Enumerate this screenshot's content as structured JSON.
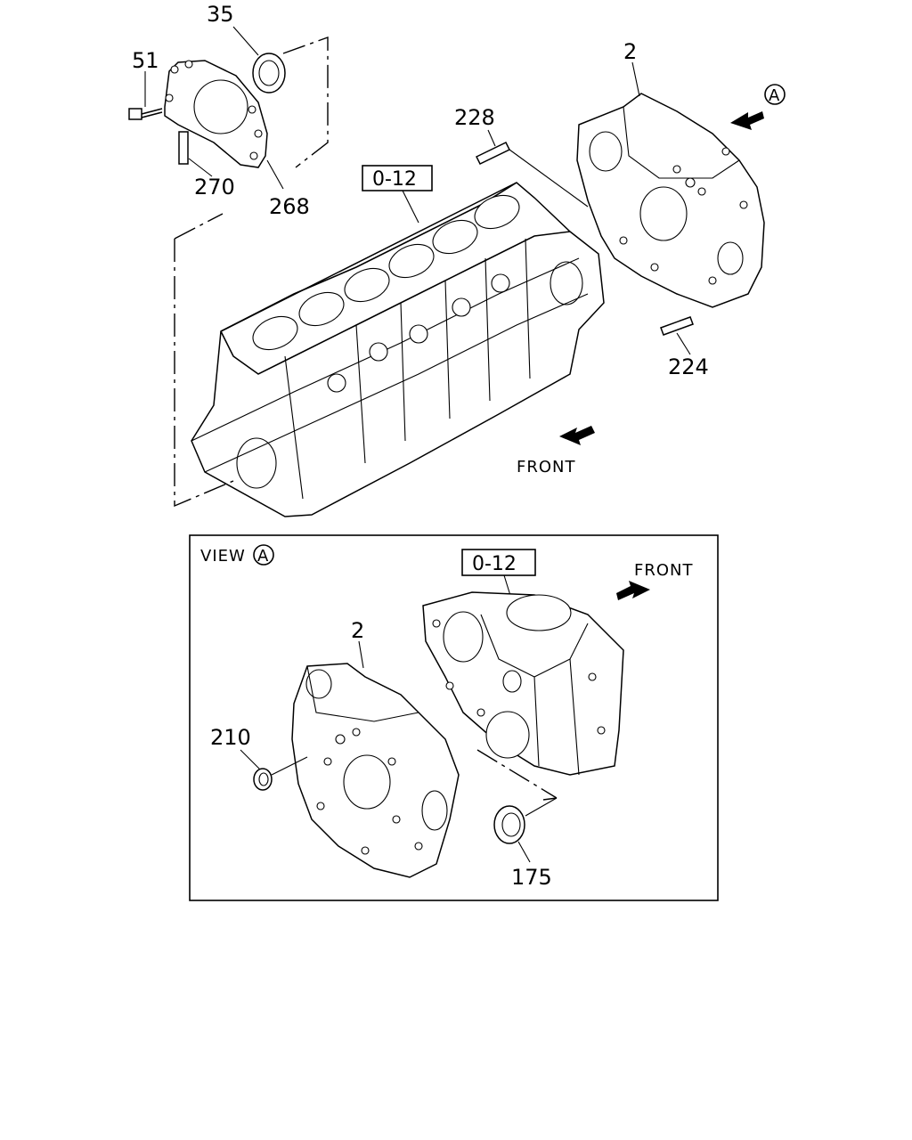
{
  "diagram": {
    "main_parts": {
      "p35": "35",
      "p51": "51",
      "p270": "270",
      "p268": "268",
      "p228": "228",
      "p2": "2",
      "p224": "224",
      "ref_block": "0-12",
      "front": "FRONT",
      "view_marker": "A"
    },
    "view_a": {
      "title": "VIEW",
      "marker": "A",
      "ref_block": "0-12",
      "front": "FRONT",
      "p2": "2",
      "p210": "210",
      "p175": "175"
    }
  }
}
